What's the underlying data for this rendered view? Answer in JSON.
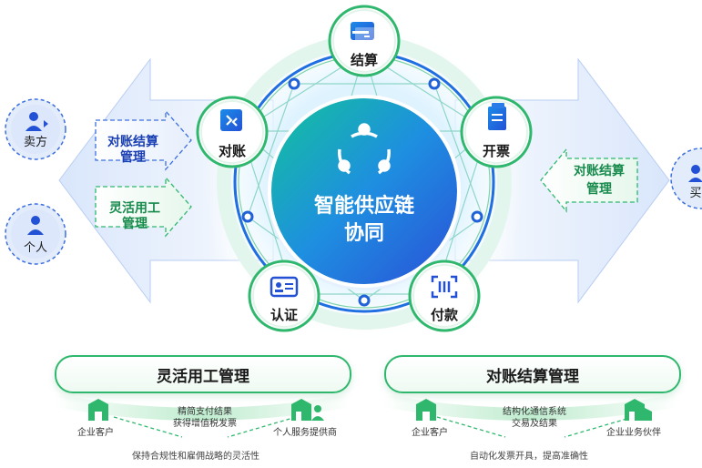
{
  "center": {
    "line1": "智能供应链",
    "line2": "协同"
  },
  "nodes": {
    "settle": "结算",
    "invoice": "开票",
    "reconcile": "对账",
    "verify": "认证",
    "pay": "付款"
  },
  "left_panel": {
    "seller": "卖方",
    "person": "个人",
    "arrow_top": {
      "line1": "对账结算",
      "line2": "管理"
    },
    "arrow_bottom": {
      "line1": "灵活用工",
      "line2": "管理"
    }
  },
  "right_panel": {
    "buyer_partial": "买",
    "arrow": {
      "line1": "对账结算",
      "line2": "管理"
    }
  },
  "bottom_left": {
    "title": "灵活用工管理",
    "enterprise": "企业客户",
    "provider": "个人服务提供商",
    "center_line1": "精简支付结果",
    "center_line2": "获得增值税发票",
    "note": "保持合规性和雇佣战略的灵活性"
  },
  "bottom_right": {
    "title": "对账结算管理",
    "enterprise": "企业客户",
    "partner": "企业业务伙伴",
    "center_line1": "结构化通信系统",
    "center_line2": "交易及结果",
    "note": "自动化发票开具，提高准确性"
  },
  "colors": {
    "blue_dark": "#1f56d6",
    "blue_mid": "#2a7de8",
    "green": "#2fb86d",
    "teal": "#18b39a"
  }
}
